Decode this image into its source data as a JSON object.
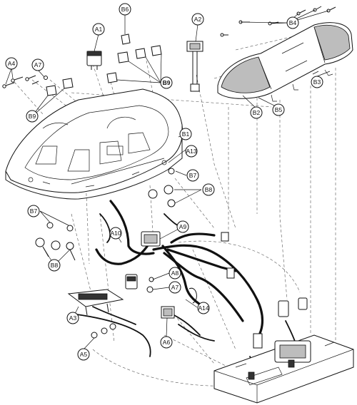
{
  "callouts": {
    "A1": "A1",
    "A2": "A2",
    "A3": "A3",
    "A4": "A4",
    "A5": "A5",
    "A6": "A6",
    "A7_top": "A7",
    "A7_mid": "A7",
    "A8": "A8",
    "A9": "A9",
    "A10": "A10",
    "A13": "A13",
    "A14": "A14",
    "B1": "B1",
    "B2": "B2",
    "B3": "B3",
    "B4": "B4",
    "B5": "B5",
    "B6": "B6",
    "B7_left": "B7",
    "B7_right": "B7",
    "B8_left": "B8",
    "B8_right": "B8",
    "B9_left": "B9",
    "B9_right": "B9"
  }
}
